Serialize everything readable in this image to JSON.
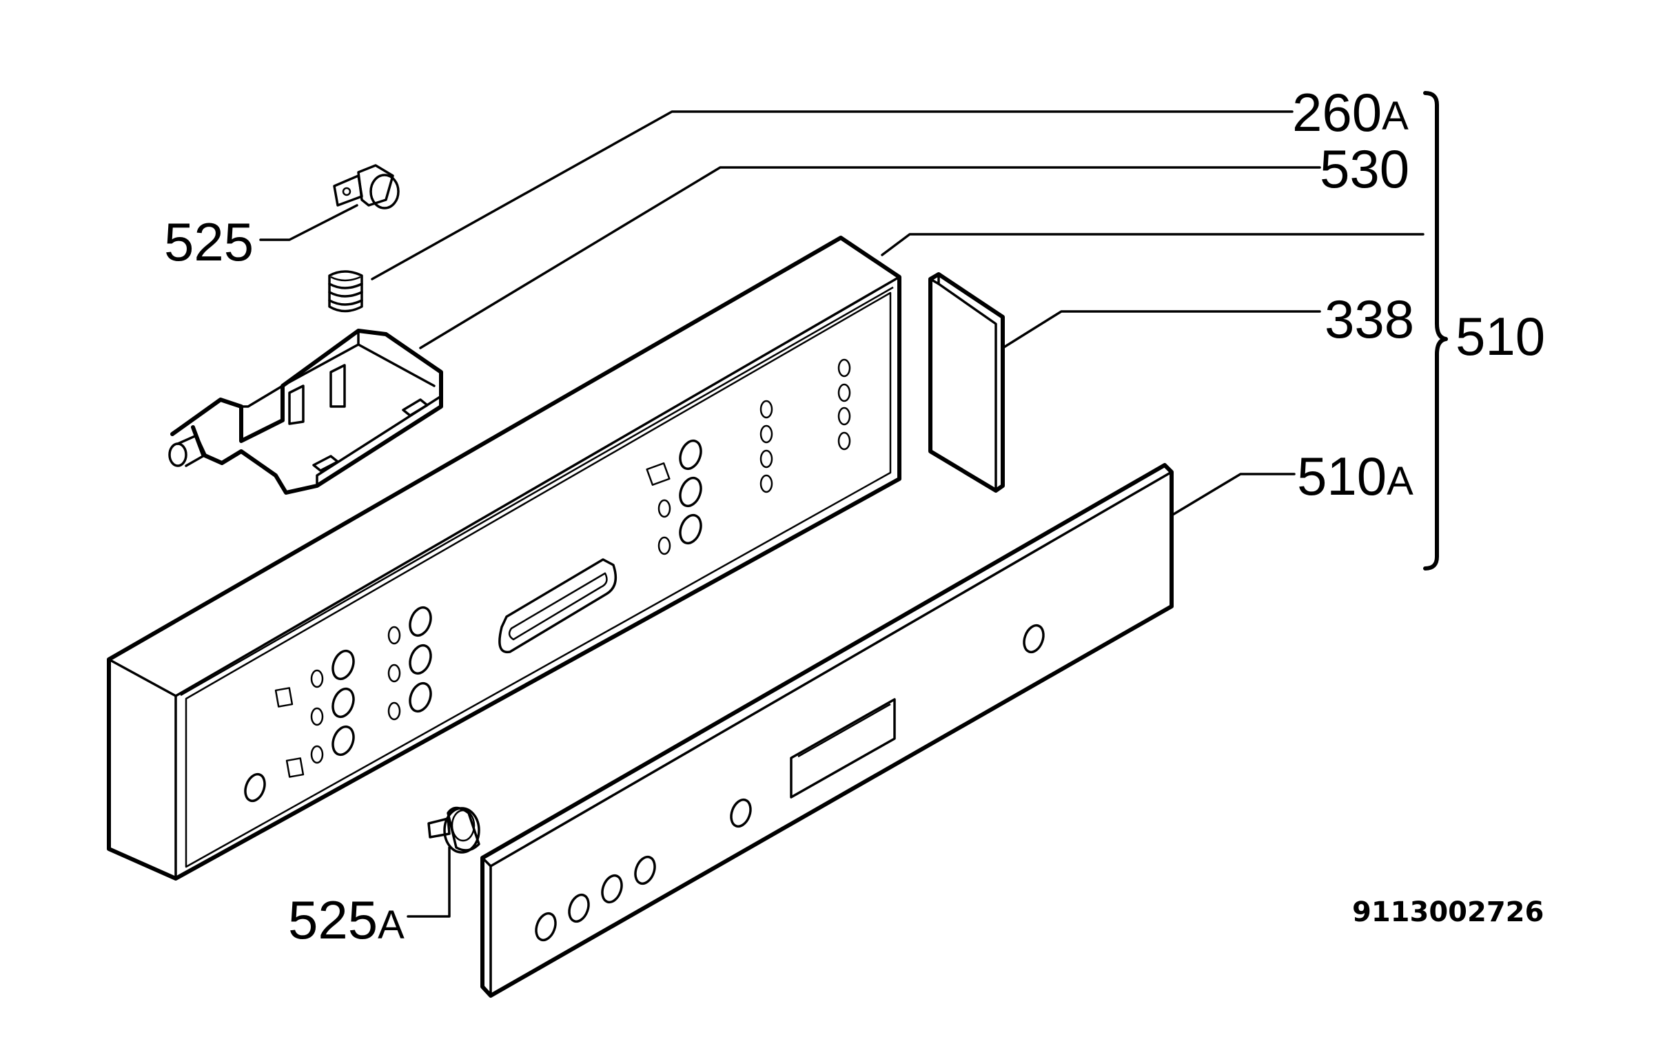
{
  "labels": {
    "p260a": {
      "num": "260",
      "suffix": "A"
    },
    "p530": {
      "num": "530",
      "suffix": ""
    },
    "p525": {
      "num": "525",
      "suffix": ""
    },
    "p338": {
      "num": "338",
      "suffix": ""
    },
    "p510": {
      "num": "510",
      "suffix": ""
    },
    "p510a": {
      "num": "510",
      "suffix": "A"
    },
    "p525a": {
      "num": "525",
      "suffix": "A"
    }
  },
  "drawing_code": "9113002726",
  "colors": {
    "line": "#000000",
    "background": "#ffffff"
  }
}
